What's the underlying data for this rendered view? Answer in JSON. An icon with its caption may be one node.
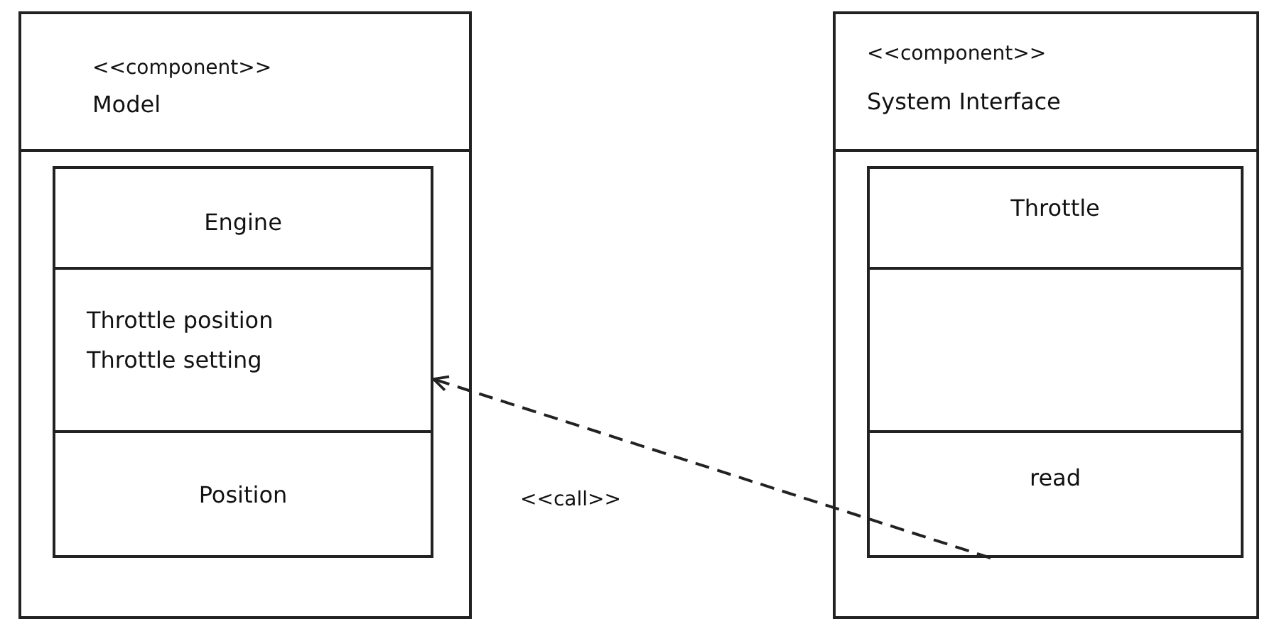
{
  "diagram": {
    "nodes": [
      {
        "text": [
          "<<component>>",
          "Model"
        ]
      },
      {
        "text": [
          "Engine"
        ],
        "in": 0
      },
      {
        "text": [
          "Throttle position",
          "Throttle setting"
        ],
        "in": 0
      },
      {
        "text": [
          "Position"
        ],
        "in": 0
      },
      {
        "text": [
          "<<component>>",
          "System Interface"
        ]
      },
      {
        "text": [
          "Throttle"
        ],
        "in": 4
      },
      {
        "text": [],
        "shape": "box",
        "in": 4
      },
      {
        "text": [
          "read"
        ],
        "in": 4
      }
    ],
    "edges": [
      {
        "from": 7,
        "to": 2,
        "arrow": "to",
        "style": "dashed",
        "label": "<<call>>"
      }
    ]
  }
}
